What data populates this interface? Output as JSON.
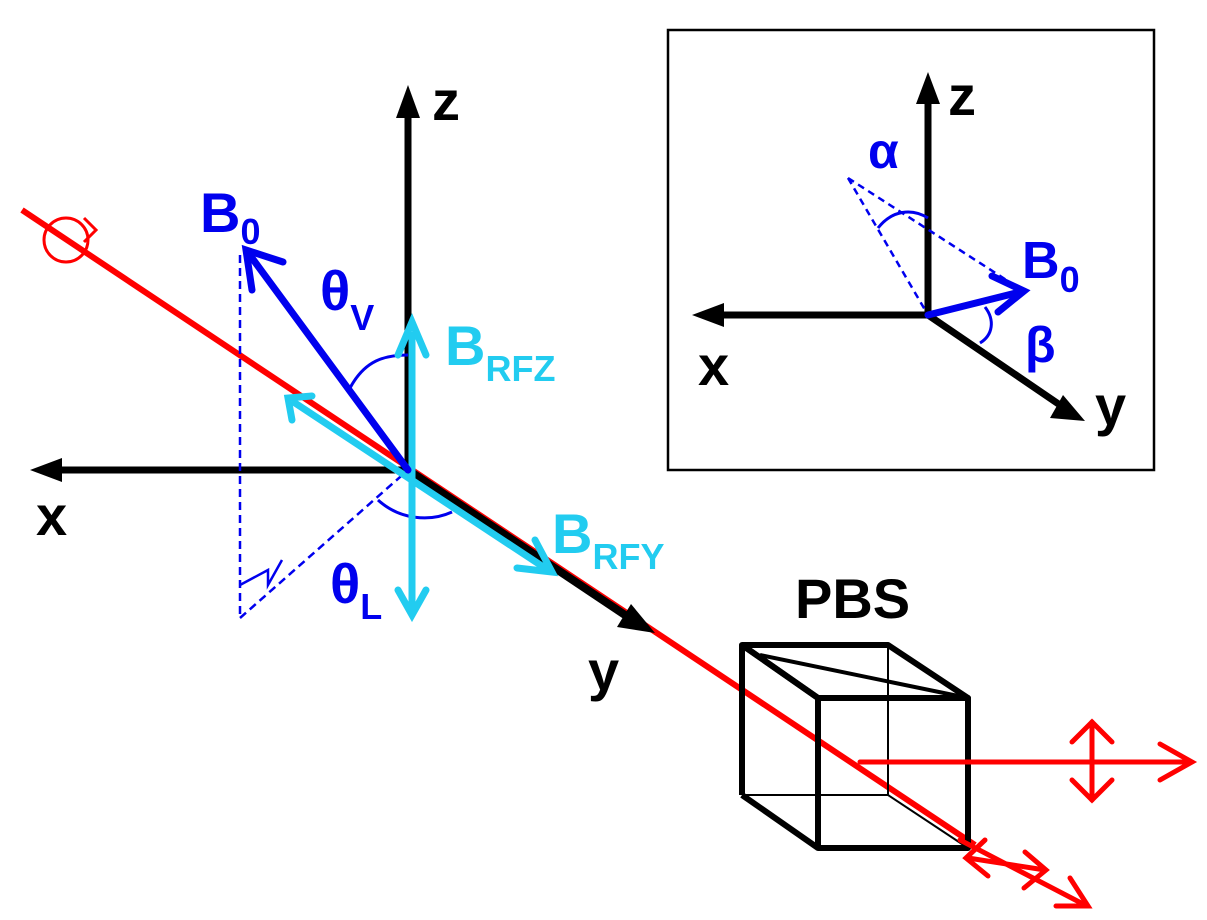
{
  "main": {
    "axes": {
      "x": "x",
      "y": "y",
      "z": "z"
    },
    "b0": {
      "main": "B",
      "sub": "0"
    },
    "theta_v": {
      "main": "θ",
      "sub": "V"
    },
    "theta_l": {
      "main": "θ",
      "sub": "L"
    },
    "brfz": {
      "main": "B",
      "sub": "RFZ"
    },
    "brfy": {
      "main": "B",
      "sub": "RFY"
    },
    "pbs": "PBS"
  },
  "inset": {
    "axes": {
      "x": "x",
      "y": "y",
      "z": "z"
    },
    "alpha": "α",
    "beta": "β",
    "b0": {
      "main": "B",
      "sub": "0"
    }
  },
  "colors": {
    "axis": "#000000",
    "laser": "#ff0000",
    "b0": "#0000ee",
    "rf_field": "#22ccf0",
    "frame": "#000000"
  }
}
